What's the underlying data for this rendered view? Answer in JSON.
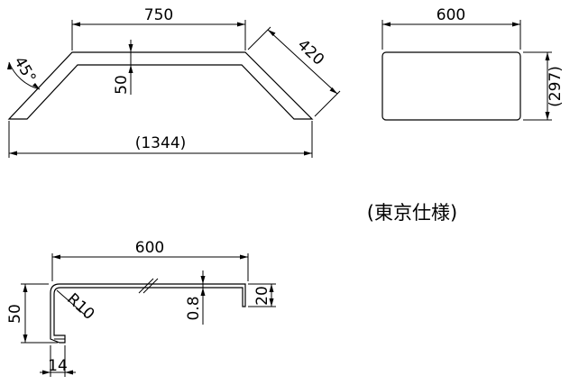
{
  "trapezoid_view": {
    "dim_top": "750",
    "dim_slant": "420",
    "dim_height": "50",
    "dim_angle": "45°",
    "dim_overall": "(1344)"
  },
  "rect_view": {
    "dim_width": "600",
    "dim_height": "(297)"
  },
  "section_view": {
    "dim_width": "600",
    "dim_height": "50",
    "dim_radius": "R10",
    "dim_thickness": "0.8",
    "dim_lip": "20",
    "dim_return": "14"
  },
  "spec_label": "(東京仕様)"
}
